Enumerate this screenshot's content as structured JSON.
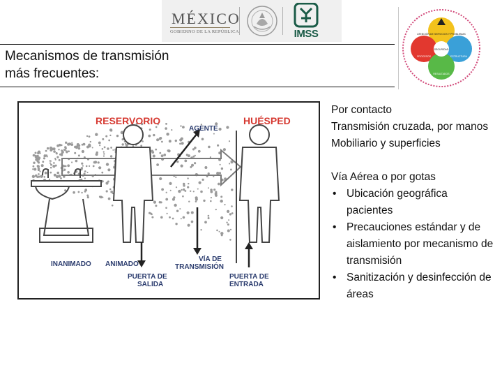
{
  "header": {
    "mexico_word": "MÉXICO",
    "mexico_sub": "GOBIERNO DE LA REPÚBLICA",
    "imss_word": "IMSS",
    "circle_logo_icon": "patient-safety-circle-icon",
    "circle_logo_labels": {
      "top": "ATENCIÓN DE SERVICIOS Y PROBLEMAS",
      "left": "PROCESOS",
      "center": "SEGURIDAD",
      "right": "ESTRUCTURA",
      "bottom": "RESULTADOS"
    }
  },
  "title": {
    "line1": "Mecanismos de transmisión",
    "line2": "más frecuentes:"
  },
  "diagram": {
    "reservorio": "RESERVORIO",
    "huesped": "HUÉSPED",
    "agente": "AGENTE",
    "inanimado": "INANIMADO",
    "animado": "ANIMADO",
    "via_line1": "VÍA DE",
    "via_line2": "TRANSMISIÓN",
    "salida_line1": "PUERTA DE",
    "salida_line2": "SALIDA",
    "entrada_line1": "PUERTA DE",
    "entrada_line2": "ENTRADA",
    "colors": {
      "red": "#d63a32",
      "blue": "#2b3c6e"
    }
  },
  "content": {
    "contact_heading": "Por contacto",
    "contact_items": [
      "Transmisión cruzada, por manos",
      "Mobiliario y superficies"
    ],
    "air_heading": "Vía Aérea o por gotas",
    "air_bullets": [
      "Ubicación geográfica pacientes",
      "Precauciones estándar y de aislamiento por mecanismo de transmisión",
      "Sanitización y desinfección de áreas"
    ],
    "bullet_char": "•"
  }
}
